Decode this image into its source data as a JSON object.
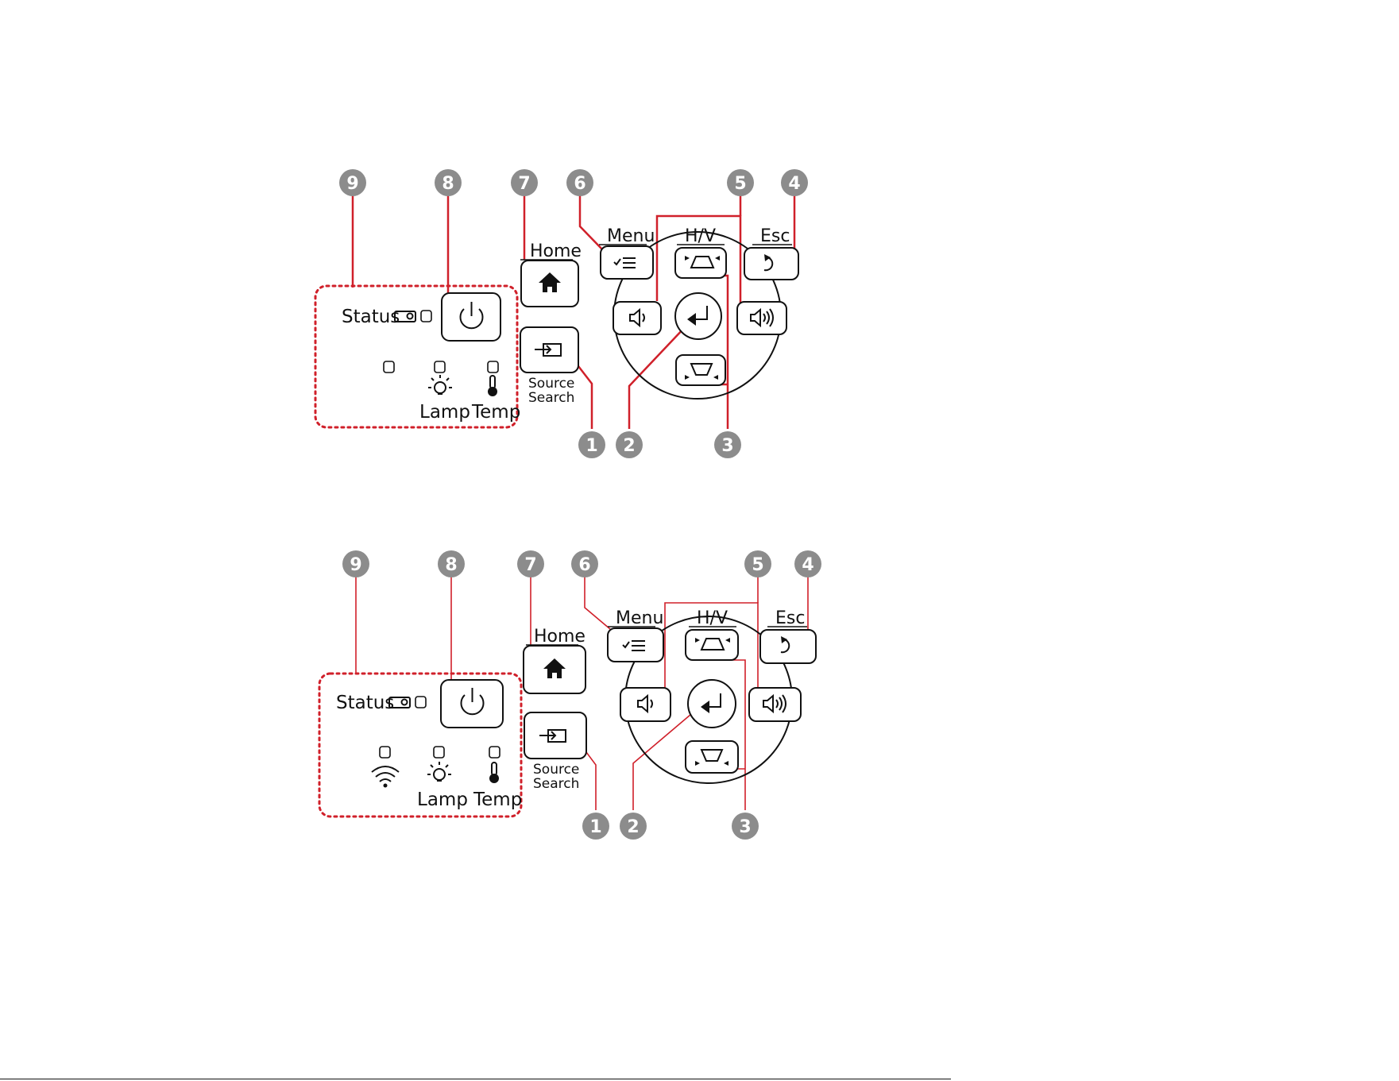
{
  "panels": [
    {
      "id": "top",
      "labels": {
        "status": "Status",
        "home": "Home",
        "menu": "Menu",
        "hv": "H/V",
        "esc": "Esc",
        "source_line1": "Source",
        "source_line2": "Search",
        "lamp": "Lamp",
        "temp": "Temp"
      },
      "callouts": [
        "1",
        "2",
        "3",
        "4",
        "5",
        "6",
        "7",
        "8",
        "9"
      ],
      "wifi_indicator": false
    },
    {
      "id": "bottom",
      "labels": {
        "status": "Status",
        "home": "Home",
        "menu": "Menu",
        "hv": "H/V",
        "esc": "Esc",
        "source_line1": "Source",
        "source_line2": "Search",
        "lamp": "Lamp",
        "temp": "Temp"
      },
      "callouts": [
        "1",
        "2",
        "3",
        "4",
        "5",
        "6",
        "7",
        "8",
        "9"
      ],
      "wifi_indicator": true
    }
  ],
  "colors": {
    "callout_line": "#d0202a",
    "callout_badge": "#8c8c8c",
    "outline": "#111111"
  }
}
